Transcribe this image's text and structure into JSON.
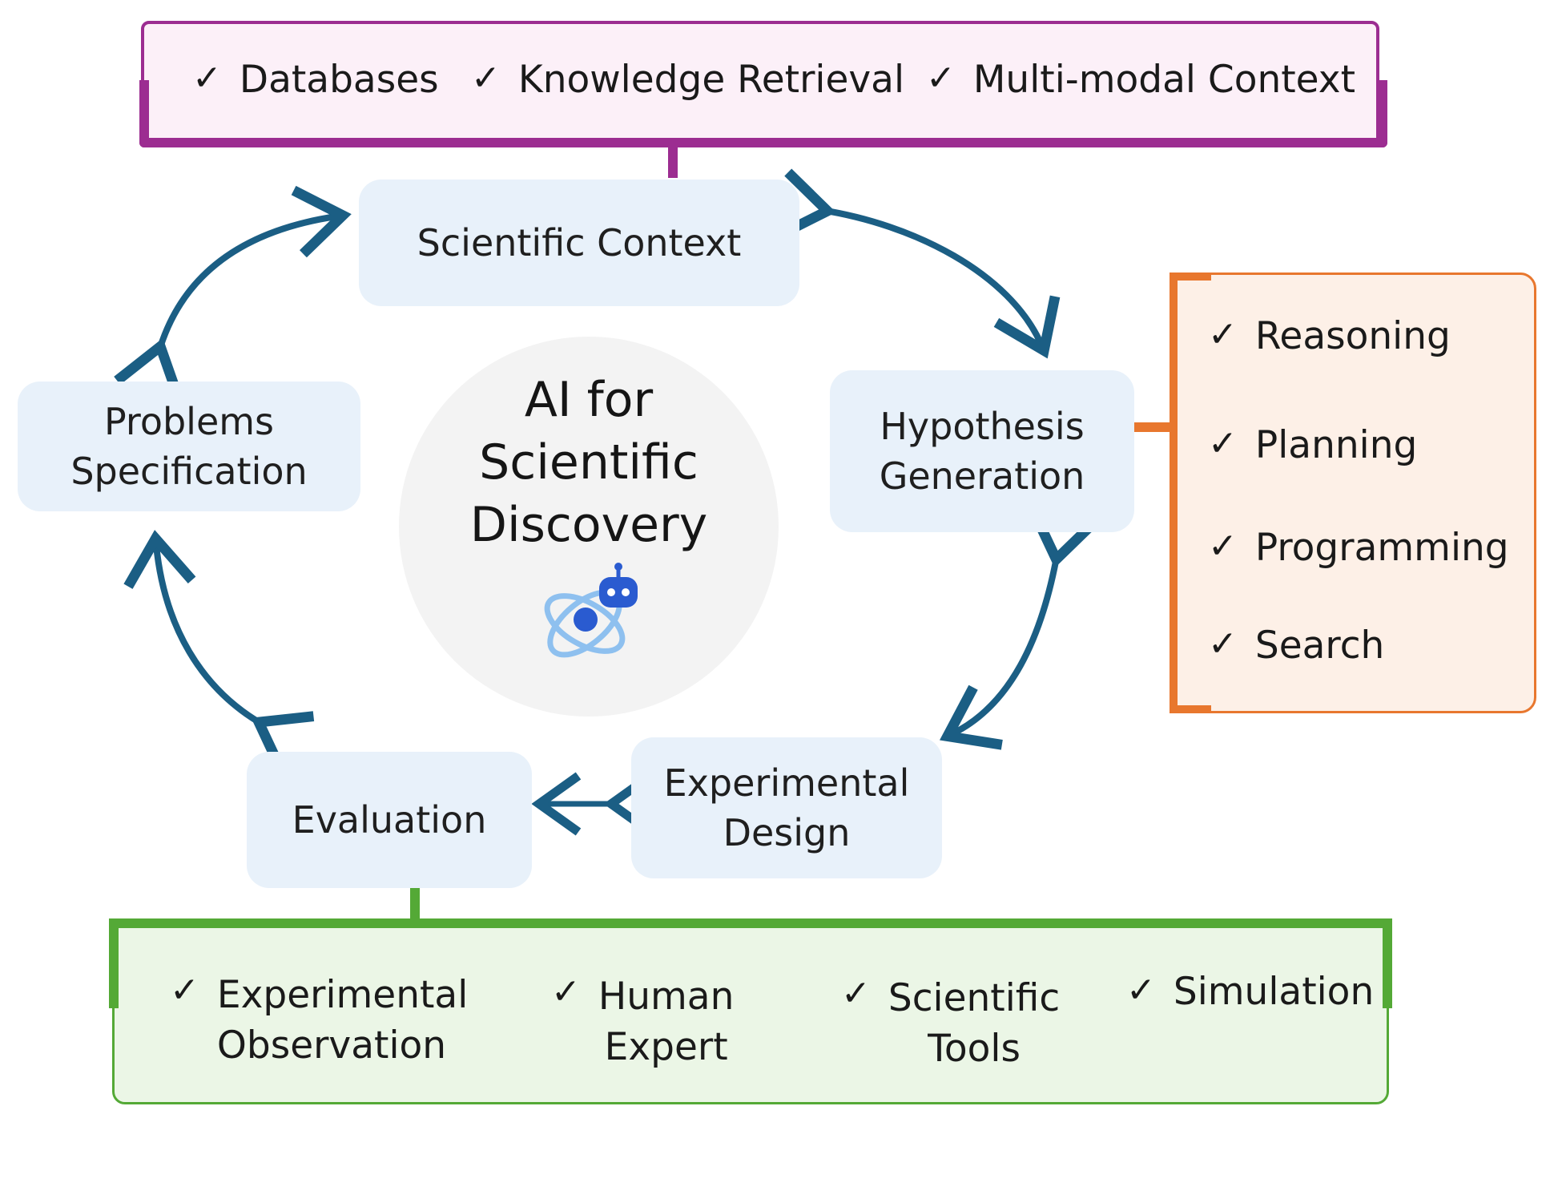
{
  "center": {
    "title_lines": [
      "AI for",
      "Scientific",
      "Discovery"
    ],
    "icon": "atom-robot-icon"
  },
  "nodes": {
    "scientific_context": "Scientific Context",
    "problems_specification": [
      "Problems",
      "Specification"
    ],
    "hypothesis_generation": [
      "Hypothesis",
      "Generation"
    ],
    "experimental_design": [
      "Experimental",
      "Design"
    ],
    "evaluation": "Evaluation"
  },
  "context_panel": {
    "items": [
      "Databases",
      "Knowledge Retrieval",
      "Multi-modal Context"
    ]
  },
  "hypothesis_panel": {
    "items": [
      "Reasoning",
      "Planning",
      "Programming",
      "Search"
    ]
  },
  "evaluation_panel": {
    "items": [
      [
        "Experimental",
        "Observation"
      ],
      [
        "Human",
        "Expert"
      ],
      [
        "Scientific",
        "Tools"
      ],
      [
        "Simulation"
      ]
    ]
  },
  "colors": {
    "arrow": "#1b5e84",
    "context_border": "#9c2d91",
    "context_fill": "#fcf0f8",
    "hypothesis_border": "#e8772e",
    "hypothesis_fill": "#fdf0e7",
    "evaluation_border": "#54a936",
    "evaluation_fill": "#ebf6e6",
    "node_fill": "#e8f1fa"
  }
}
